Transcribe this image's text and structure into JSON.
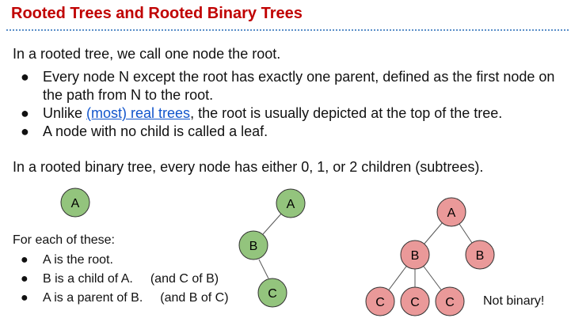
{
  "title": "Rooted Trees and Rooted Binary Trees",
  "intro": "In a rooted tree, we call one node the root.",
  "bullets": {
    "b1": "Every node N except the root has exactly one parent, defined as the first node on the path from N to the root.",
    "b2_before": "Unlike ",
    "b2_link": "(most) real trees",
    "b2_after": ", the root is usually depicted at the top of the tree.",
    "b3": "A node with no child is called a leaf."
  },
  "binary_intro": "In a rooted binary tree, every node has either 0, 1, or 2 children (subtrees).",
  "examples": {
    "label": "For each of these:",
    "items": [
      {
        "text": "A is the root.",
        "aside": ""
      },
      {
        "text": "B is a child of A.",
        "aside": "(and C of B)"
      },
      {
        "text": "A is a parent of B.",
        "aside": "(and B of C)"
      }
    ]
  },
  "bullet_glyph": "●",
  "trees": {
    "single": {
      "a": "A"
    },
    "chain": {
      "a": "A",
      "b": "B",
      "c": "C"
    },
    "nonbinary": {
      "a": "A",
      "b1": "B",
      "b2": "B",
      "c1": "C",
      "c2": "C",
      "c3": "C"
    }
  },
  "not_binary": "Not binary!",
  "colors": {
    "title": "#c00000",
    "link": "#1155cc",
    "green_node": "#93c47d",
    "red_node": "#ea9999"
  }
}
